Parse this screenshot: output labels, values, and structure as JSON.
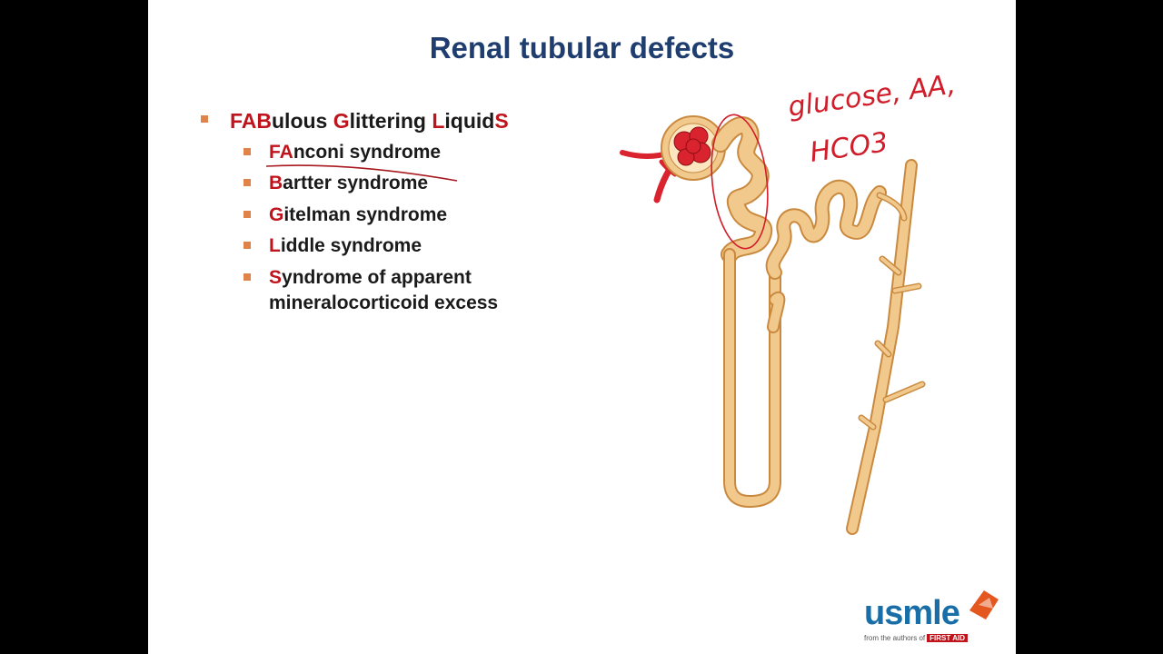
{
  "slide": {
    "title": "Renal tubular defects"
  },
  "bullets": {
    "main": {
      "hl1": "FAB",
      "t1": "ulous ",
      "hl2": "G",
      "t2": "littering ",
      "hl3": "L",
      "t3": "iquid",
      "hl4": "S"
    },
    "items": [
      {
        "hl": "FA",
        "text": "nconi syndrome"
      },
      {
        "hl": "B",
        "text": "artter syndrome"
      },
      {
        "hl": "G",
        "text": "itelman syndrome"
      },
      {
        "hl": "L",
        "text": "iddle syndrome"
      },
      {
        "hl": "S",
        "text": "yndrome of apparent",
        "text2": "mineralocorticoid excess"
      }
    ]
  },
  "annotation": {
    "line1": "glucose, AA,",
    "line2": "HCO3"
  },
  "logo": {
    "word": "usmle",
    "tagline": "from the authors of",
    "badge": "FIRST AID"
  },
  "colors": {
    "title": "#1f3d6e",
    "highlight": "#c0141c",
    "bullet_marker": "#e0834a",
    "tubule": "#f2c98d",
    "glomerulus": "#d9232e",
    "ink": "#d11d2a"
  }
}
